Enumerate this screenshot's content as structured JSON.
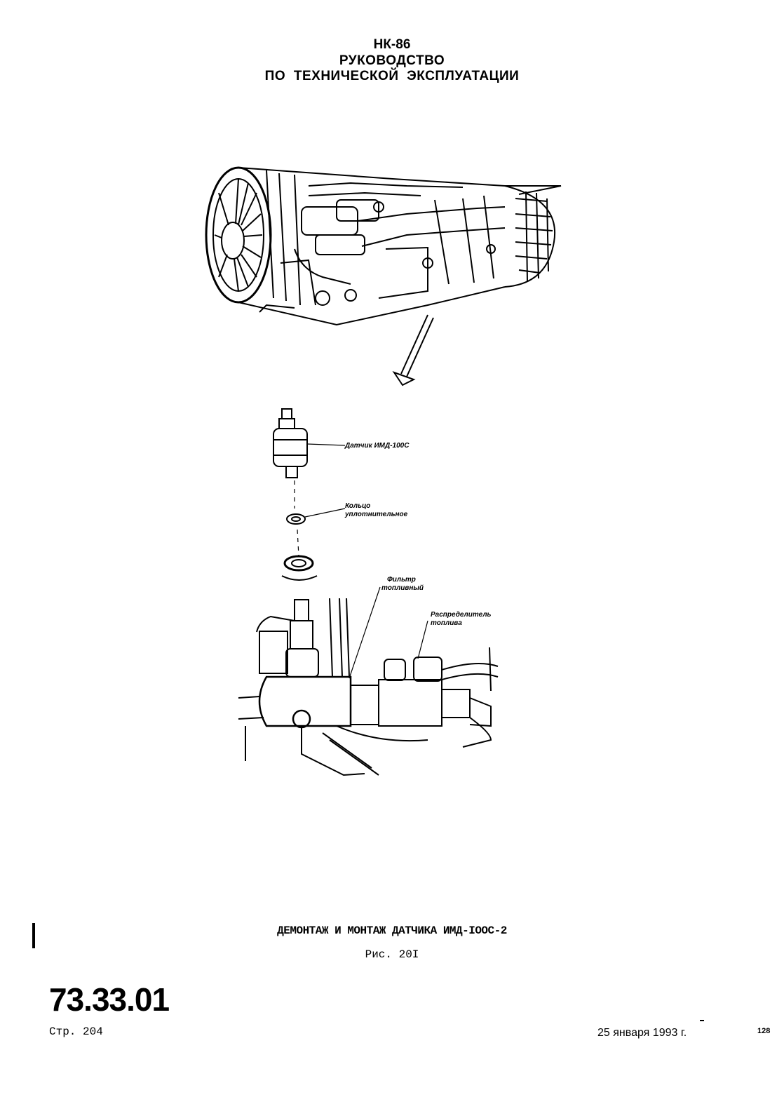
{
  "header": {
    "model": "НК-86",
    "line1": "РУКОВОДСТВО",
    "line2": "ПО ТЕХНИЧЕСКОЙ ЭКСПЛУАТАЦИИ"
  },
  "figure": {
    "callouts": {
      "sensor": "Датчик ИМД-100С",
      "ring_1": "Кольцо",
      "ring_2": "уплотнительное",
      "filter_1": "Фильтр",
      "filter_2": "топливный",
      "distributor_1": "Распределитель",
      "distributor_2": "топлива"
    }
  },
  "caption": {
    "title": "ДЕМОНТАЖ И МОНТАЖ ДАТЧИКА ИМД-IOOC-2",
    "figure_number": "Рис. 20I"
  },
  "footer": {
    "chapter": "73.33.01",
    "page": "Стр. 204",
    "date": "25 января 1993 г.",
    "sheet_number": "128"
  }
}
